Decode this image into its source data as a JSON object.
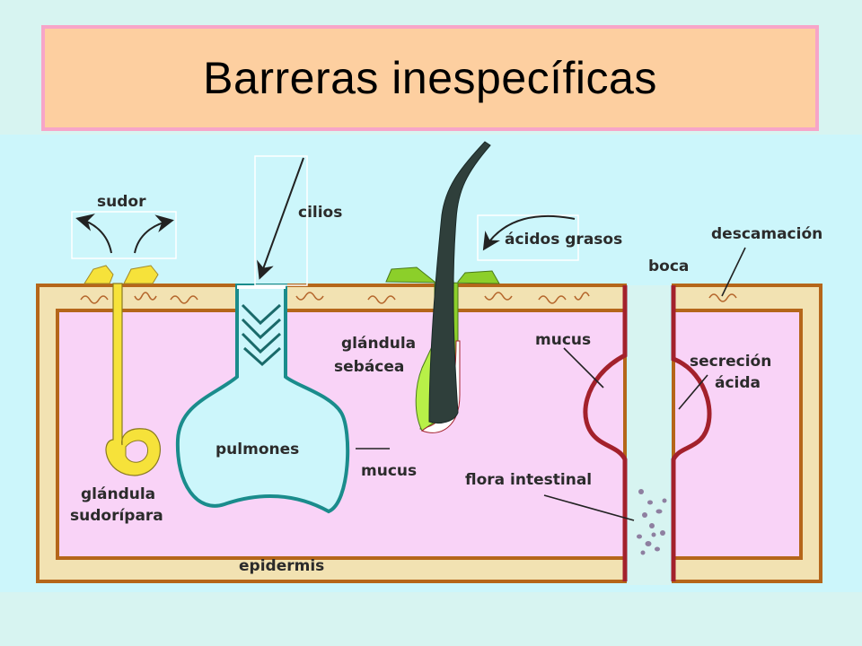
{
  "title": "Barreras inespecíficas",
  "labels": {
    "sudor": "sudor",
    "cilios": "cilios",
    "acidos_grasos": "ácidos grasos",
    "descamacion": "descamación",
    "boca": "boca",
    "glandula_sebacea_1": "glándula",
    "glandula_sebacea_2": "sebácea",
    "mucus_boca": "mucus",
    "secrecion_1": "secreción",
    "secrecion_2": "ácida",
    "pulmones": "pulmones",
    "mucus_pulmones": "mucus",
    "flora_intestinal": "flora intestinal",
    "glandula_sudoripara_1": "glándula",
    "glandula_sudoripara_2": "sudorípara",
    "epidermis": "epidermis"
  },
  "colors": {
    "skin_band": "#f2e2b2",
    "skin_border": "#b5661a",
    "dermis": "#f9d3f7",
    "sweat_gland": "#f6e23a",
    "lung_outline": "#1a8c8c",
    "gut_wall": "#a3212c",
    "sebum": "#8ccf2a",
    "hair": "#2f3f3b",
    "flora": "#8e7fa0"
  }
}
